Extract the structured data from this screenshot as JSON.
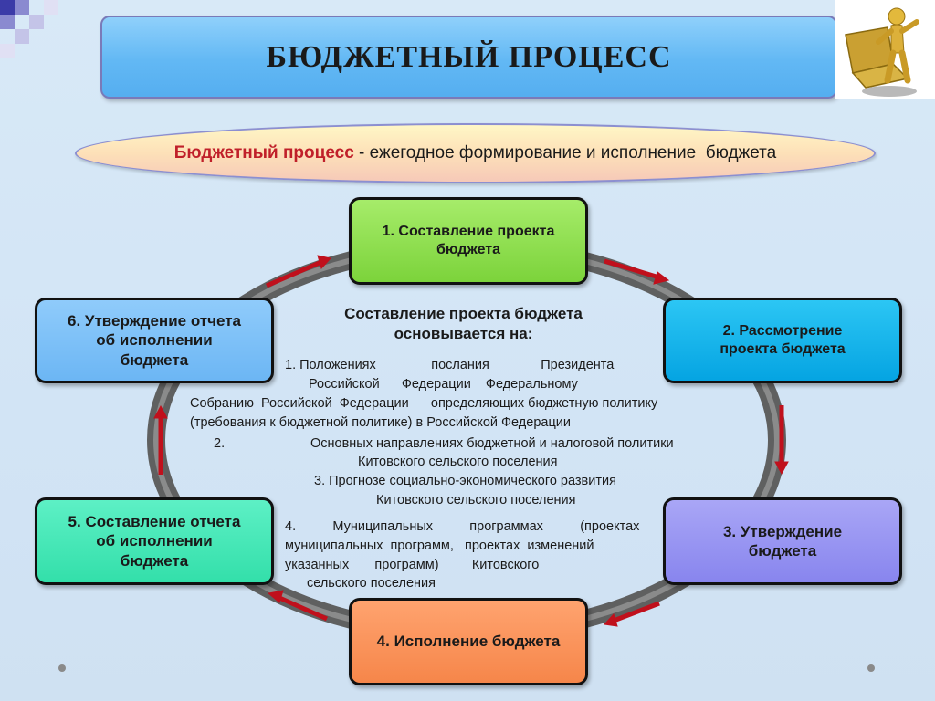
{
  "title": "БЮДЖЕТНЫЙ ПРОЦЕСС",
  "definition": {
    "term": "Бюджетный процесс",
    "text": " - ежегодное формирование и исполнение  бюджета"
  },
  "stages": [
    {
      "label": "1. Составление проекта\nбюджета"
    },
    {
      "label": "2. Рассмотрение\nпроекта бюджета"
    },
    {
      "label": "3. Утверждение\nбюджета"
    },
    {
      "label": "4. Исполнение бюджета"
    },
    {
      "label": "5. Составление отчета\nоб исполнении\nбюджета"
    },
    {
      "label": "6. Утверждение отчета\nоб исполнении\nбюджета"
    }
  ],
  "center": {
    "heading": "Составление проекта бюджета\nосновывается на:",
    "lines": [
      "1. Положениях               послания              Президента",
      "Российской      Федерации    Федеральному",
      "Собранию  Российской  Федерации      определяющих бюджетную политику",
      "(требования к бюджетной политике) в Российской Федерации",
      "2.",
      "Основных направлениях бюджетной и налоговой политики",
      "Китовского сельского поселения",
      "3. Прогнозе социально-экономического развития",
      "Китовского сельского поселения",
      "4.          Муниципальных          программах          (проектах",
      "муниципальных  программ,   проектах  изменений",
      "указанных       программ)         Китовского",
      "сельского поселения"
    ]
  },
  "colors": {
    "arrow": "#c0101c",
    "ring": "#6a6a6a",
    "term": "#c0202a"
  },
  "icons": {
    "corner_picture": "golden-figure-with-laptop-icon"
  }
}
